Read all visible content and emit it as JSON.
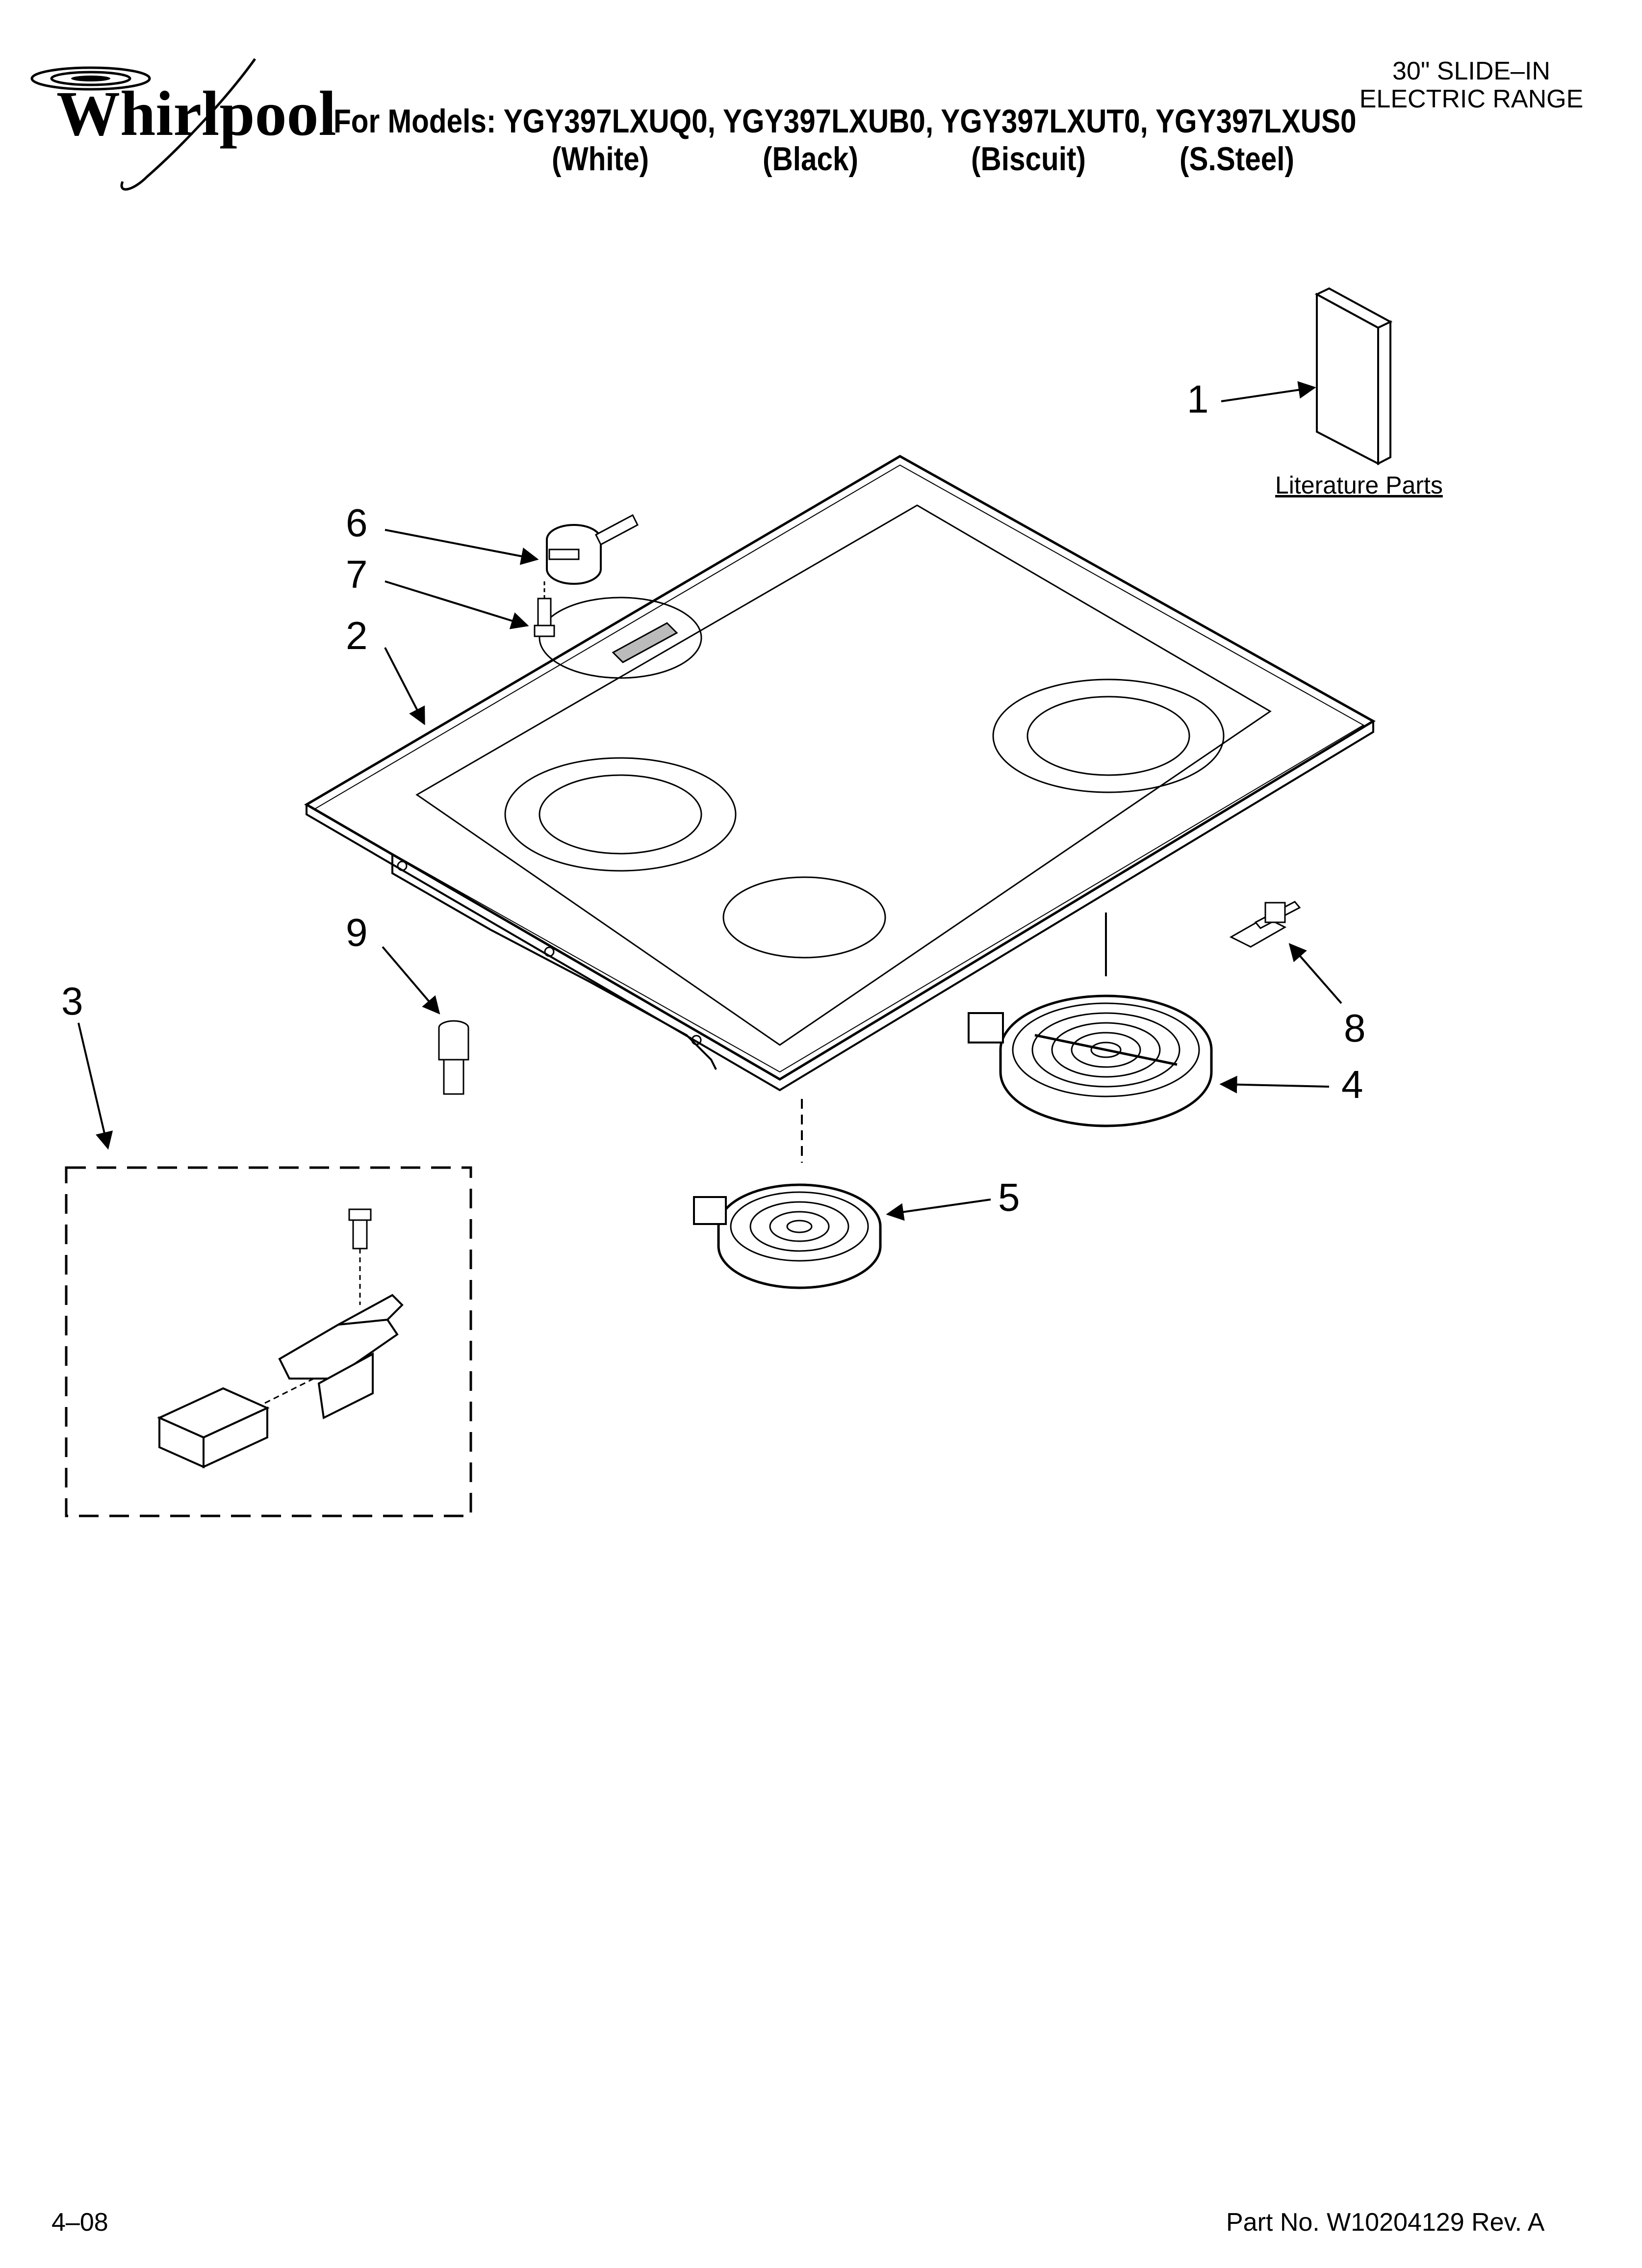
{
  "brand": {
    "name": "Whirlpool"
  },
  "header": {
    "models_label": "For Models: YGY397LXUQ0, YGY397LXUB0, YGY397LXUT0, YGY397LXUS0",
    "colors": [
      "(White)",
      "(Black)",
      "(Biscuit)",
      "(S.Steel)"
    ],
    "range_line1": "30\" SLIDE–IN",
    "range_line2": "ELECTRIC RANGE"
  },
  "callouts": [
    "1",
    "2",
    "3",
    "4",
    "5",
    "6",
    "7",
    "8",
    "9"
  ],
  "literature_label": "Literature Parts",
  "footer": {
    "date": "4–08",
    "part_no": "Part No. W10204129 Rev. A"
  },
  "colors": {
    "ink": "#000000",
    "paper": "#ffffff"
  }
}
